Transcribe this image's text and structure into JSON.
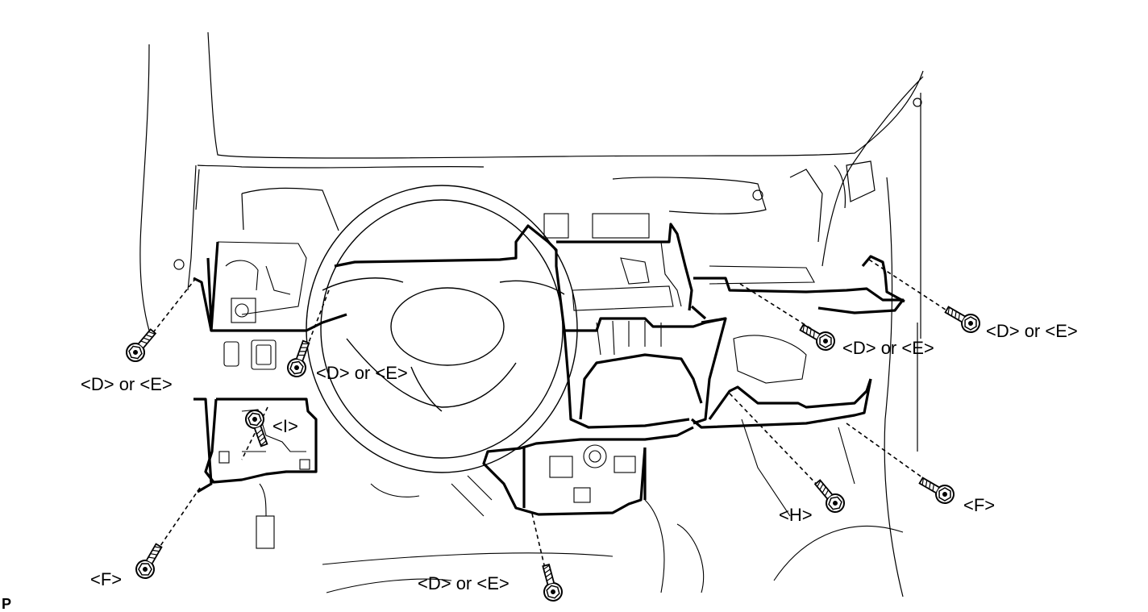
{
  "figure": {
    "corner_mark": "P",
    "line_color": "#000000",
    "background": "#ffffff"
  },
  "bolts": [
    {
      "id": "left-upper",
      "label": "<D> or <E>",
      "icon": "bolt-icon"
    },
    {
      "id": "column-left",
      "label": "<D> or <E>",
      "icon": "bolt-icon"
    },
    {
      "id": "lower-left-i",
      "label": "<I>",
      "icon": "bolt-icon"
    },
    {
      "id": "lower-left-f",
      "label": "<F>",
      "icon": "bolt-icon"
    },
    {
      "id": "center-bottom",
      "label": "<D> or <E>",
      "icon": "bolt-icon"
    },
    {
      "id": "center-right",
      "label": "<D> or <E>",
      "icon": "bolt-icon"
    },
    {
      "id": "right-upper",
      "label": "<D> or <E>",
      "icon": "bolt-icon"
    },
    {
      "id": "lower-right-h",
      "label": "<H>",
      "icon": "bolt-icon"
    },
    {
      "id": "lower-right-f",
      "label": "<F>",
      "icon": "bolt-icon"
    }
  ]
}
